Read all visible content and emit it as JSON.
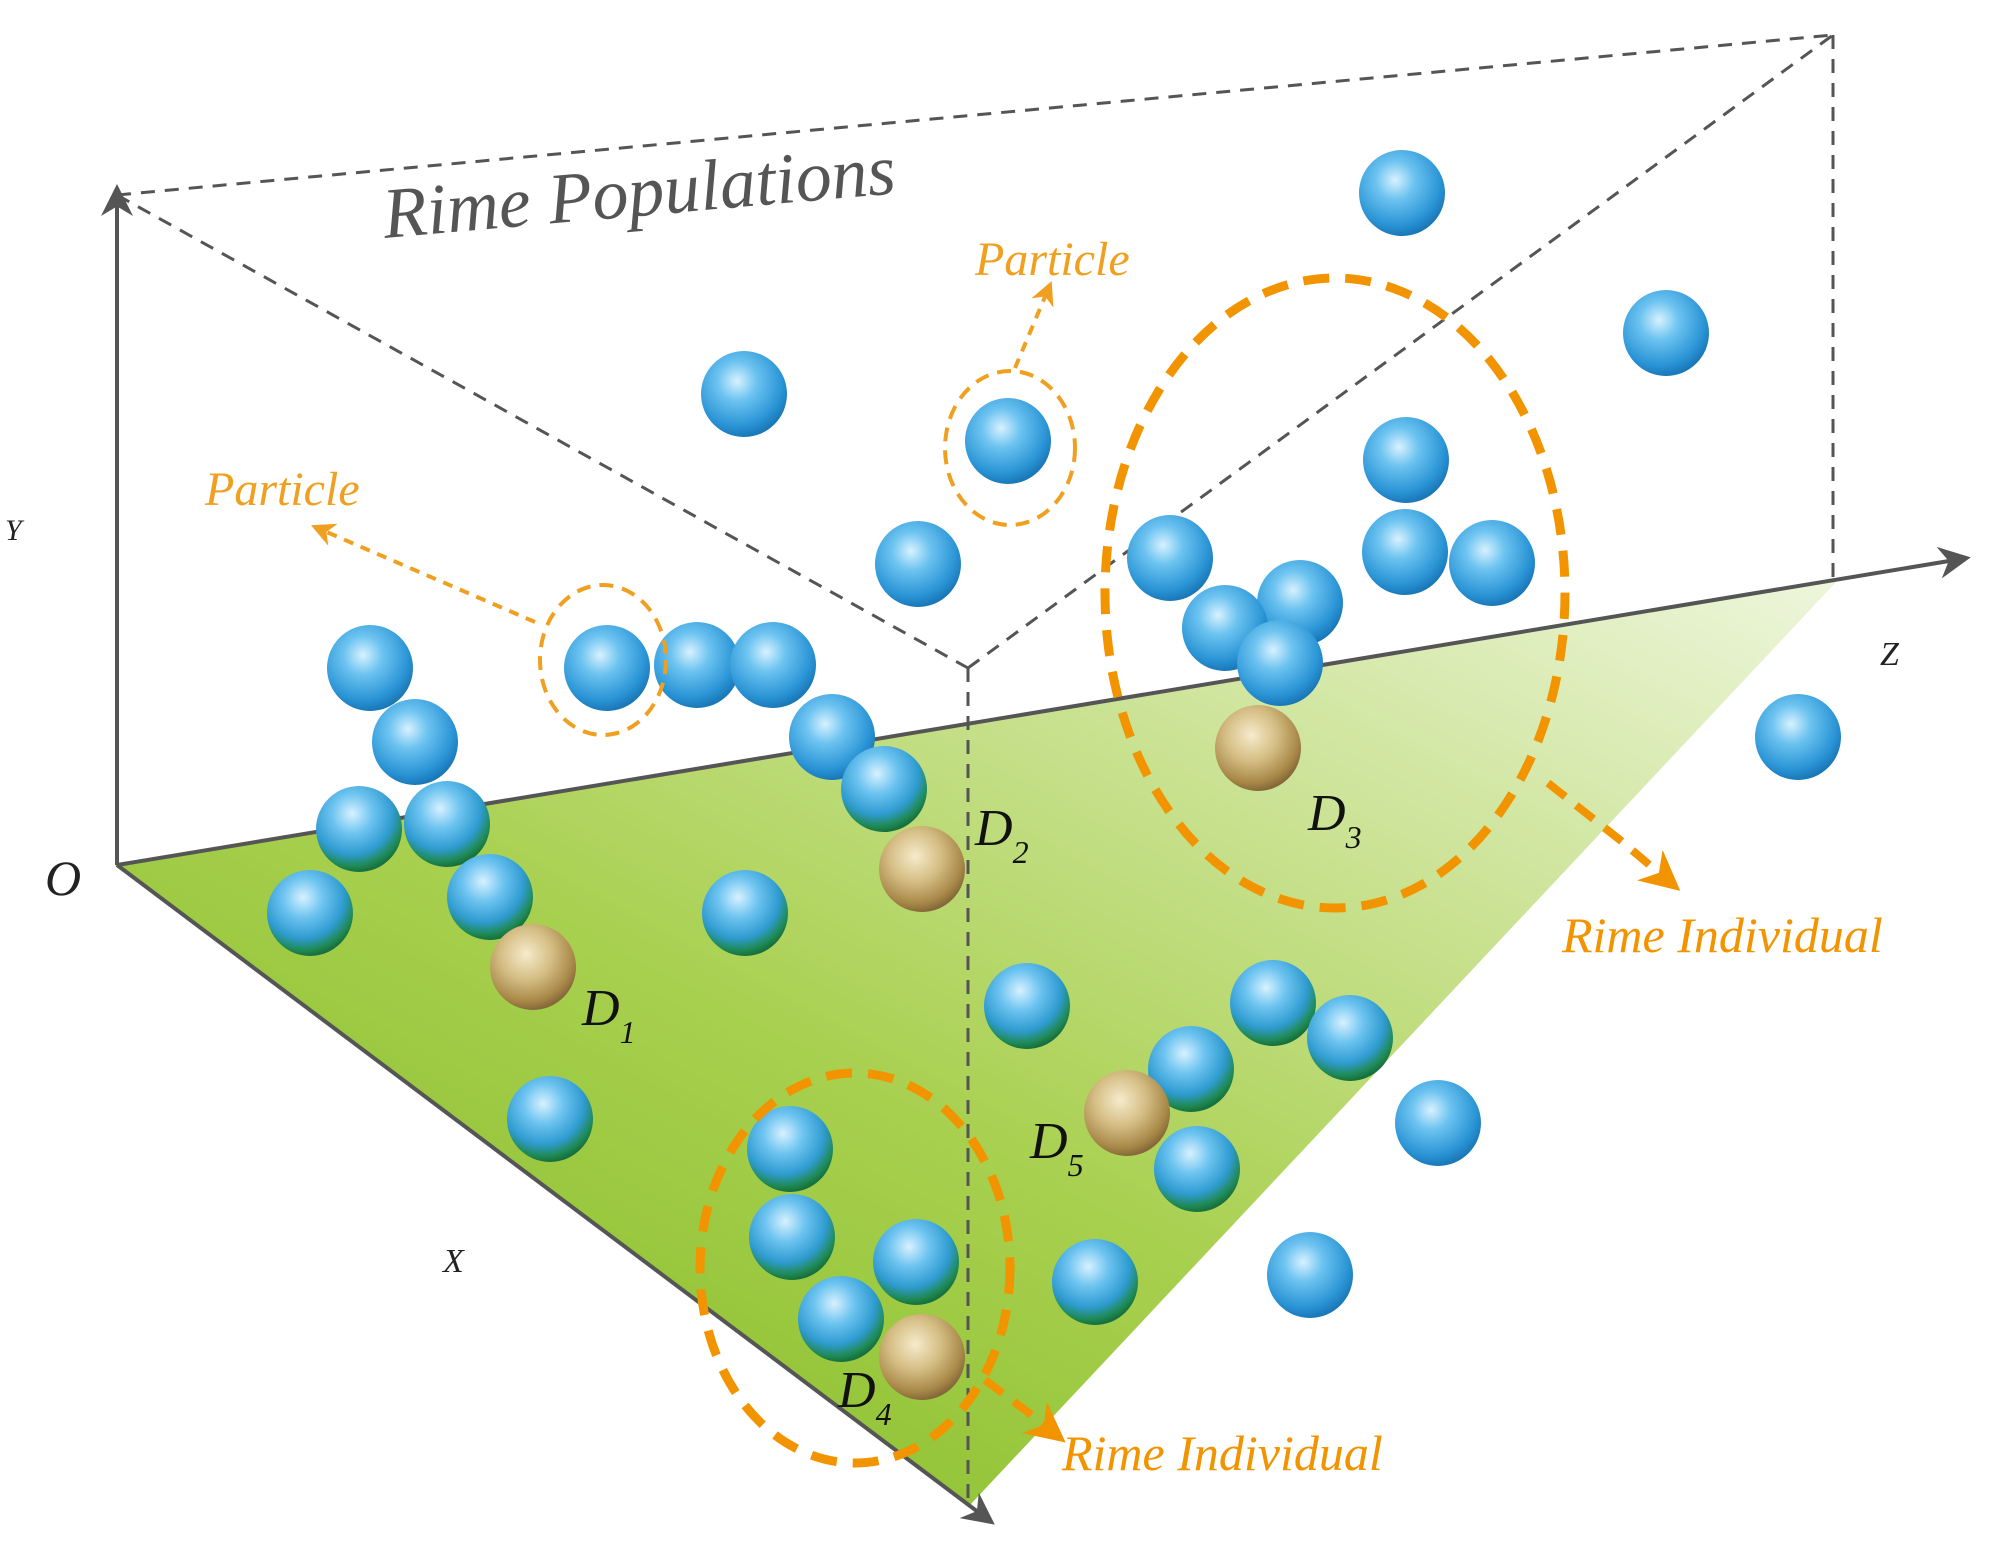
{
  "title": "Rime Populations",
  "axes": {
    "y": "Y",
    "z": "Z",
    "x": "X",
    "origin": "O"
  },
  "callouts": {
    "particle_1": "Particle",
    "particle_2": "Particle",
    "rime_individual_1": "Rime Individual",
    "rime_individual_2": "Rime Individual"
  },
  "destinations": [
    {
      "letter": "D",
      "sub": "1"
    },
    {
      "letter": "D",
      "sub": "2"
    },
    {
      "letter": "D",
      "sub": "3"
    },
    {
      "letter": "D",
      "sub": "4"
    },
    {
      "letter": "D",
      "sub": "5"
    }
  ],
  "colors": {
    "axis": "#555555",
    "dashed_box": "#555555",
    "particle_blue": "#3da2dc",
    "particle_green": "#1f8a4a",
    "destination_tan": "#b89a5a",
    "callout_orange": "#f0a020",
    "highlight_orange": "#f29400",
    "plane_green": "#86bf2a"
  }
}
